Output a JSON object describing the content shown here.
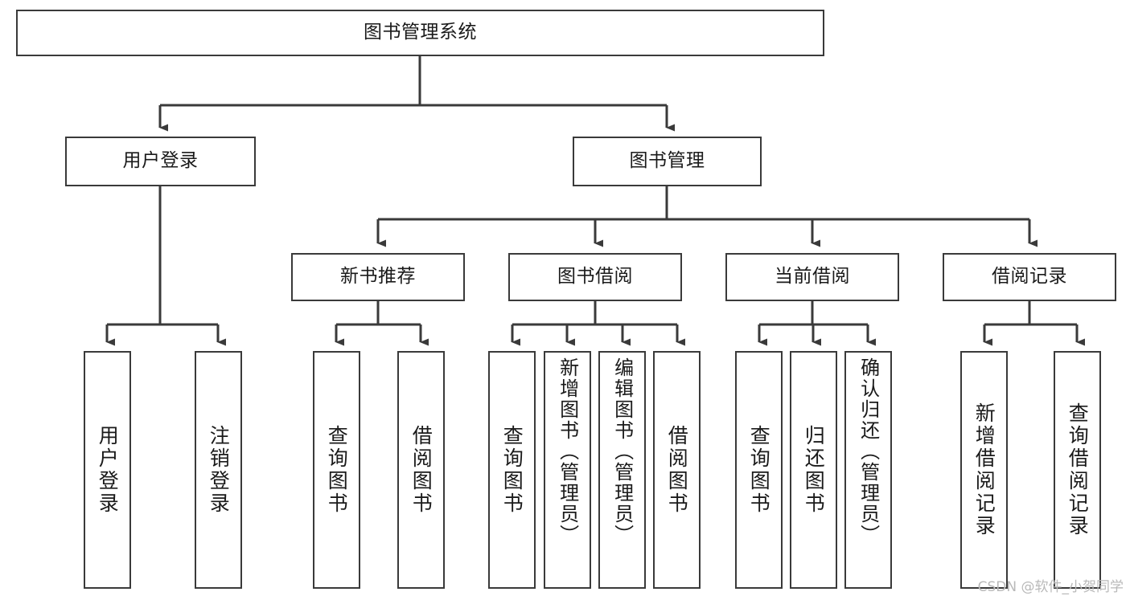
{
  "diagram": {
    "type": "tree-hierarchy-flowchart",
    "title": "图书管理系统",
    "orientation": "top-down",
    "watermark": "CSDN @软件_小贺同学",
    "colors": {
      "box_border": "#3a3a3a",
      "box_fill": "#ffffff",
      "connector": "#3a3a3a",
      "text": "#1a1a1a",
      "watermark": "#b9b9b9",
      "background": "#ffffff"
    },
    "nodes": {
      "root": {
        "label": "图书管理系统",
        "level": 0,
        "text_direction": "horizontal"
      },
      "level1": [
        {
          "id": "user-login",
          "label": "用户登录",
          "text_direction": "horizontal"
        },
        {
          "id": "book-manage",
          "label": "图书管理",
          "text_direction": "horizontal"
        }
      ],
      "level2": [
        {
          "id": "new-book-recommend",
          "label": "新书推荐",
          "parent": "book-manage",
          "text_direction": "horizontal"
        },
        {
          "id": "book-borrow",
          "label": "图书借阅",
          "parent": "book-manage",
          "text_direction": "horizontal"
        },
        {
          "id": "current-borrow",
          "label": "当前借阅",
          "parent": "book-manage",
          "text_direction": "horizontal"
        },
        {
          "id": "borrow-record",
          "label": "借阅记录",
          "parent": "book-manage",
          "text_direction": "horizontal"
        }
      ],
      "leaves": [
        {
          "id": "leaf-user-login",
          "label": "用户登录",
          "parent": "user-login",
          "text_direction": "vertical"
        },
        {
          "id": "leaf-logout-login",
          "label": "注销登录",
          "parent": "user-login",
          "text_direction": "vertical"
        },
        {
          "id": "leaf-query-book-1",
          "label": "查询图书",
          "parent": "new-book-recommend",
          "text_direction": "vertical"
        },
        {
          "id": "leaf-borrow-book-1",
          "label": "借阅图书",
          "parent": "new-book-recommend",
          "text_direction": "vertical"
        },
        {
          "id": "leaf-query-book-2",
          "label": "查询图书",
          "parent": "book-borrow",
          "text_direction": "vertical"
        },
        {
          "id": "leaf-add-book",
          "label": "新增图书（管理员）",
          "parent": "book-borrow",
          "text_direction": "vertical"
        },
        {
          "id": "leaf-edit-book",
          "label": "编辑图书（管理员）",
          "parent": "book-borrow",
          "text_direction": "vertical"
        },
        {
          "id": "leaf-borrow-book-2",
          "label": "借阅图书",
          "parent": "book-borrow",
          "text_direction": "vertical"
        },
        {
          "id": "leaf-query-book-3",
          "label": "查询图书",
          "parent": "current-borrow",
          "text_direction": "vertical"
        },
        {
          "id": "leaf-return-book",
          "label": "归还图书",
          "parent": "current-borrow",
          "text_direction": "vertical"
        },
        {
          "id": "leaf-confirm-return",
          "label": "确认归还（管理员）",
          "parent": "current-borrow",
          "text_direction": "vertical"
        },
        {
          "id": "leaf-add-record",
          "label": "新增借阅记录",
          "parent": "borrow-record",
          "text_direction": "vertical"
        },
        {
          "id": "leaf-query-record",
          "label": "查询借阅记录",
          "parent": "borrow-record",
          "text_direction": "vertical"
        }
      ]
    }
  }
}
